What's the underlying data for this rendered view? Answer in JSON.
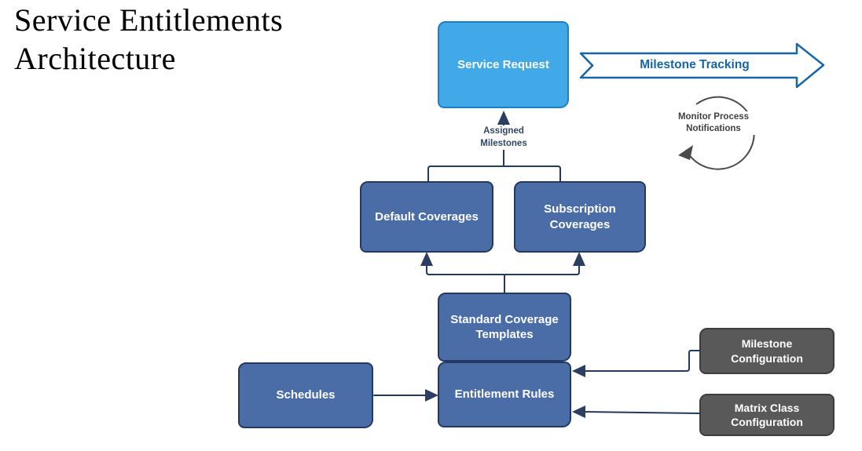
{
  "title": "Service Entitlements Architecture",
  "nodes": {
    "service_request": {
      "label": "Service Request",
      "fill": "#41A9E8",
      "border": "#1D7EC2",
      "text_color": "#FFFFFF"
    },
    "default_coverages": {
      "label": "Default Coverages",
      "fill": "#4A6DA8",
      "border": "#24395E",
      "text_color": "#FFFFFF"
    },
    "subscription_coverages": {
      "label": "Subscription Coverages",
      "fill": "#4A6DA8",
      "border": "#24395E",
      "text_color": "#FFFFFF"
    },
    "standard_coverage_templates": {
      "label": "Standard Coverage Templates",
      "fill": "#4A6DA8",
      "border": "#24395E",
      "text_color": "#FFFFFF"
    },
    "entitlement_rules": {
      "label": "Entitlement Rules",
      "fill": "#4A6DA8",
      "border": "#24395E",
      "text_color": "#FFFFFF"
    },
    "schedules": {
      "label": "Schedules",
      "fill": "#4A6DA8",
      "border": "#24395E",
      "text_color": "#FFFFFF"
    },
    "milestone_configuration": {
      "label": "Milestone Configuration",
      "fill": "#595959",
      "border": "#3D3D3D",
      "text_color": "#FFFFFF"
    },
    "matrix_class_configuration": {
      "label": "Matrix Class Configuration",
      "fill": "#595959",
      "border": "#3D3D3D",
      "text_color": "#FFFFFF"
    }
  },
  "annotations": {
    "milestone_tracking": {
      "label": "Milestone Tracking",
      "color": "#1565A7"
    },
    "assigned_milestones": {
      "line1": "Assigned",
      "line2": "Milestones",
      "color": "#2F4563"
    },
    "monitor_process": {
      "line1": "Monitor Process",
      "line2": "Notifications",
      "color": "#404040"
    }
  },
  "colors": {
    "background": "#FFFFFF",
    "title_text": "#000000",
    "connector": "#24395E",
    "arrowhead": "#2C3F60",
    "tracking_arrow_outline": "#1565A7",
    "tracking_arrow_fill": "#FFFFFF",
    "monitor_loop": "#4A4A4A"
  }
}
